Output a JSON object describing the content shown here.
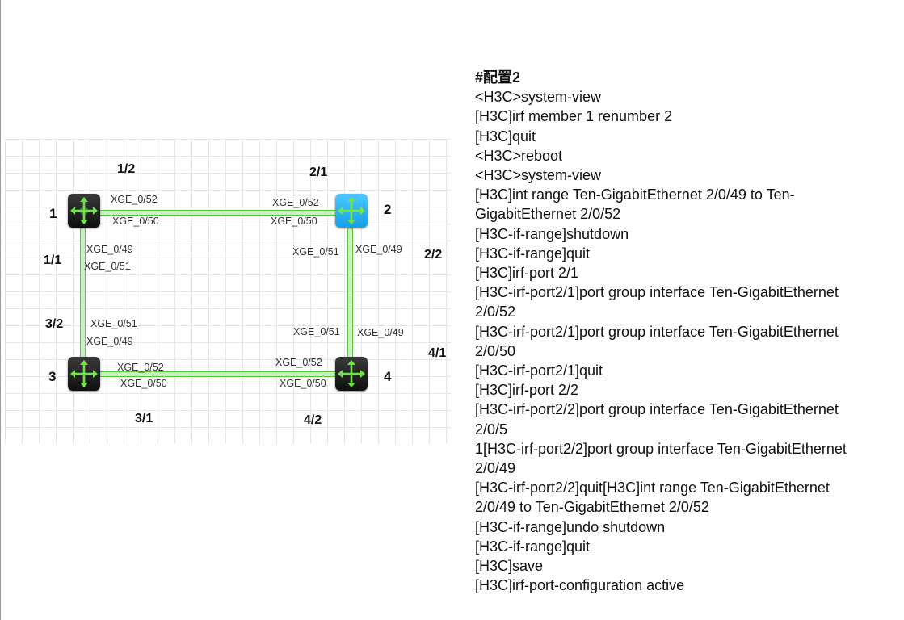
{
  "diagram": {
    "devices": [
      {
        "id": "1",
        "label": "1",
        "color": "#1a1a1a"
      },
      {
        "id": "2",
        "label": "2",
        "color": "#27b4f5"
      },
      {
        "id": "3",
        "label": "3",
        "color": "#1a1a1a"
      },
      {
        "id": "4",
        "label": "4",
        "color": "#1a1a1a"
      }
    ],
    "irf_ports": [
      "1/2",
      "2/1",
      "1/1",
      "2/2",
      "3/2",
      "4/1",
      "3/1",
      "4/2"
    ],
    "links": [
      {
        "from": "1",
        "to": "2",
        "from_ports": [
          "XGE_0/52",
          "XGE_0/50"
        ],
        "to_ports": [
          "XGE_0/52",
          "XGE_0/50"
        ]
      },
      {
        "from": "1",
        "to": "3",
        "from_ports": [
          "XGE_0/49",
          "XGE_0/51"
        ],
        "to_ports": [
          "XGE_0/51",
          "XGE_0/49"
        ]
      },
      {
        "from": "2",
        "to": "4",
        "from_ports": [
          "XGE_0/51",
          "XGE_0/49"
        ],
        "to_ports": [
          "XGE_0/51",
          "XGE_0/49"
        ]
      },
      {
        "from": "3",
        "to": "4",
        "from_ports": [
          "XGE_0/52",
          "XGE_0/50"
        ],
        "to_ports": [
          "XGE_0/52",
          "XGE_0/50"
        ]
      }
    ],
    "link_color": "#59c43f",
    "icon": "router-arrows-icon"
  },
  "config": {
    "lines": [
      "#配置2",
      "<H3C>system-view",
      "[H3C]irf member 1 renumber 2",
      "[H3C]quit",
      "<H3C>reboot",
      "<H3C>system-view",
      "[H3C]int range Ten-GigabitEthernet 2/0/49 to Ten-",
      "GigabitEthernet 2/0/52",
      "[H3C-if-range]shutdown",
      "[H3C-if-range]quit",
      "[H3C]irf-port 2/1",
      "[H3C-irf-port2/1]port group interface Ten-GigabitEthernet",
      "2/0/52",
      "[H3C-irf-port2/1]port group interface Ten-GigabitEthernet",
      "2/0/50",
      "[H3C-irf-port2/1]quit",
      "[H3C]irf-port 2/2",
      "[H3C-irf-port2/2]port group interface Ten-GigabitEthernet",
      "2/0/5",
      "1[H3C-irf-port2/2]port group interface Ten-GigabitEthernet",
      "2/0/49",
      "[H3C-irf-port2/2]quit[H3C]int range Ten-GigabitEthernet",
      "2/0/49 to Ten-GigabitEthernet 2/0/52",
      "[H3C-if-range]undo shutdown",
      "[H3C-if-range]quit",
      "[H3C]save",
      "[H3C]irf-port-configuration active"
    ]
  }
}
